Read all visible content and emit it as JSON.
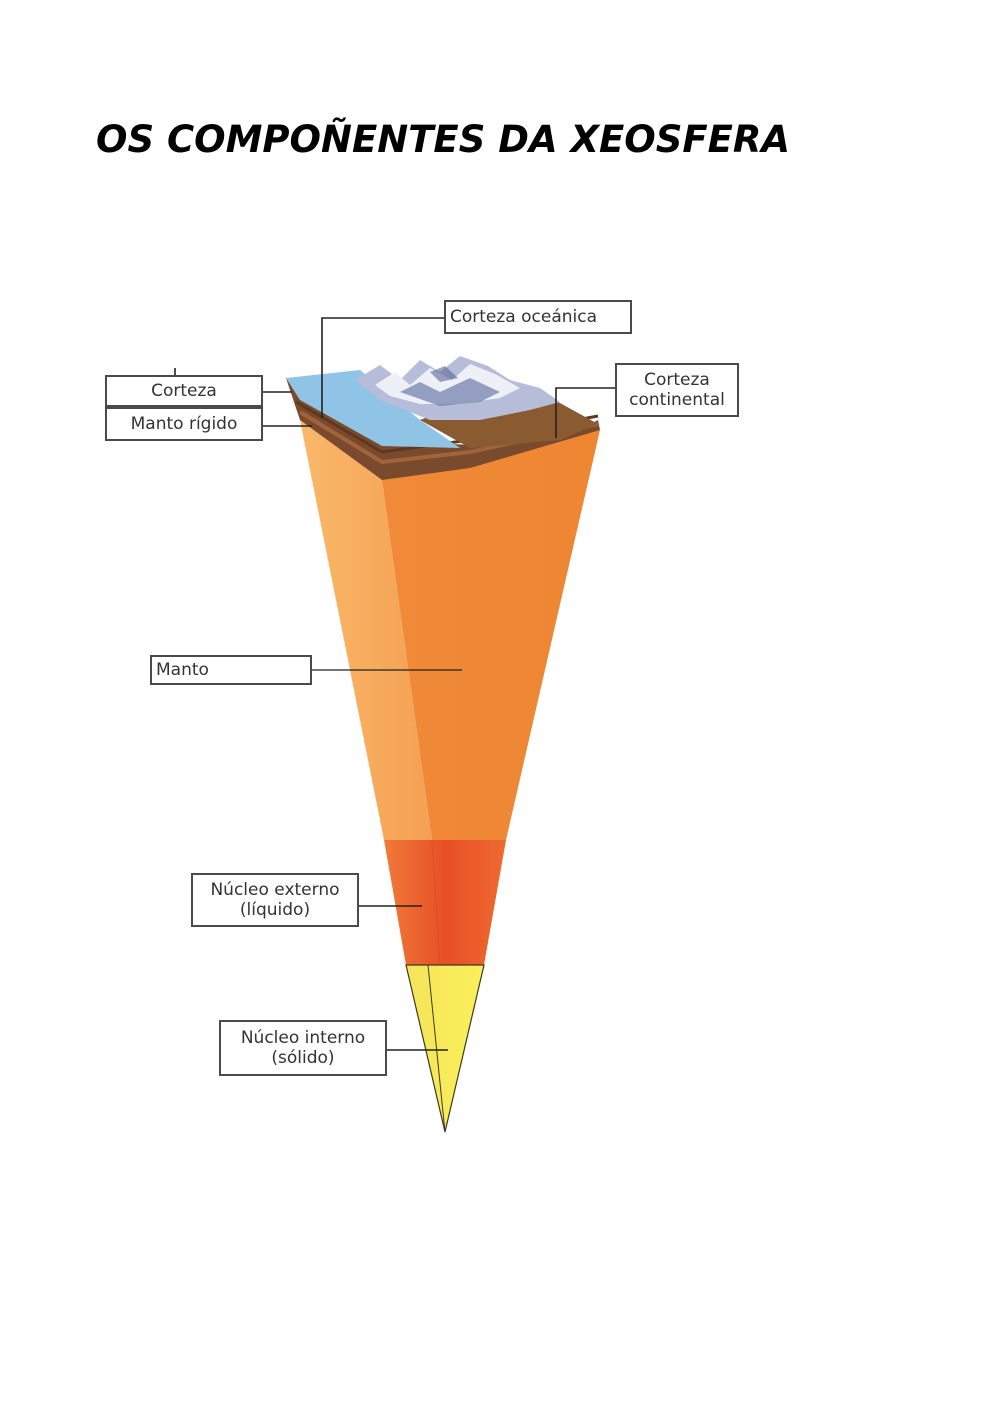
{
  "title": "OS COMPOÑENTES DA XEOSFERA",
  "colors": {
    "ocean": "#8fc4e6",
    "crust_brown": "#7a4a2c",
    "mantle_light": "#f6a95a",
    "mantle_dark": "#ee8a36",
    "outer_core": "#e8552a",
    "inner_core": "#f7e94a"
  },
  "labels": {
    "corteza_oceanica": "Corteza oceánica",
    "corteza": "Corteza",
    "manto_rigido": "Manto rígido",
    "corteza_continental": [
      "Corteza",
      "continental"
    ],
    "manto": "Manto",
    "nucleo_externo": [
      "Núcleo externo",
      "(líquido)"
    ],
    "nucleo_interno": [
      "Núcleo interno",
      "(sólido)"
    ]
  }
}
